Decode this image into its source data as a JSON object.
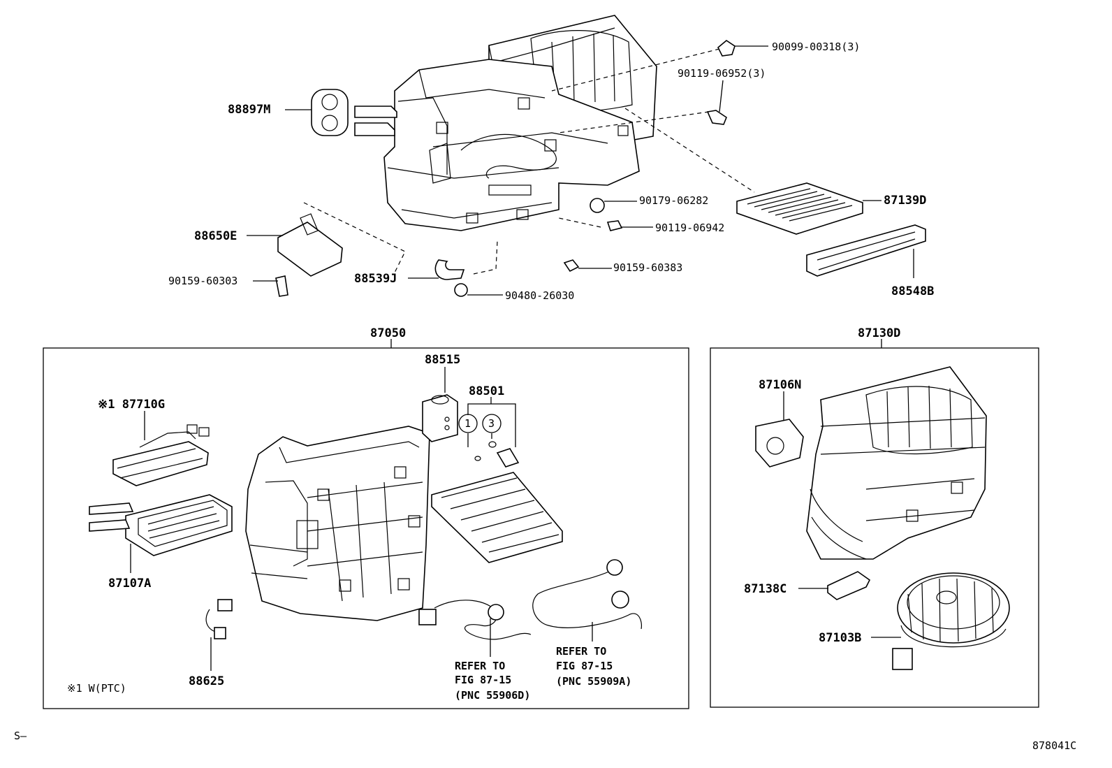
{
  "callouts": {
    "c90099": "90099-00318(3)",
    "c90119_06952": "90119-06952(3)",
    "c88897M": "88897M",
    "c87139D": "87139D",
    "c90179": "90179-06282",
    "c90119_06942": "90119-06942",
    "c88650E": "88650E",
    "c90159_60303": "90159-60303",
    "c88539J": "88539J",
    "c90159_60383": "90159-60383",
    "c88548B": "88548B",
    "c90480": "90480-26030",
    "c87050": "87050",
    "c87130D": "87130D",
    "c88515": "88515",
    "c88501": "88501",
    "c87710G": "※1 87710G",
    "c87107A": "87107A",
    "c88625": "88625",
    "c87106N": "87106N",
    "c87138C": "87138C",
    "c87103B": "87103B"
  },
  "circled": {
    "one": "1",
    "three": "3"
  },
  "refer1": {
    "line1": "REFER TO",
    "line2": "FIG 87-15",
    "line3": "(PNC 55906D)"
  },
  "refer2": {
    "line1": "REFER TO",
    "line2": "FIG 87-15",
    "line3": "(PNC 55909A)"
  },
  "footnote": "※1 W(PTC)",
  "corner_left": "S–",
  "figure_id": "878041C"
}
